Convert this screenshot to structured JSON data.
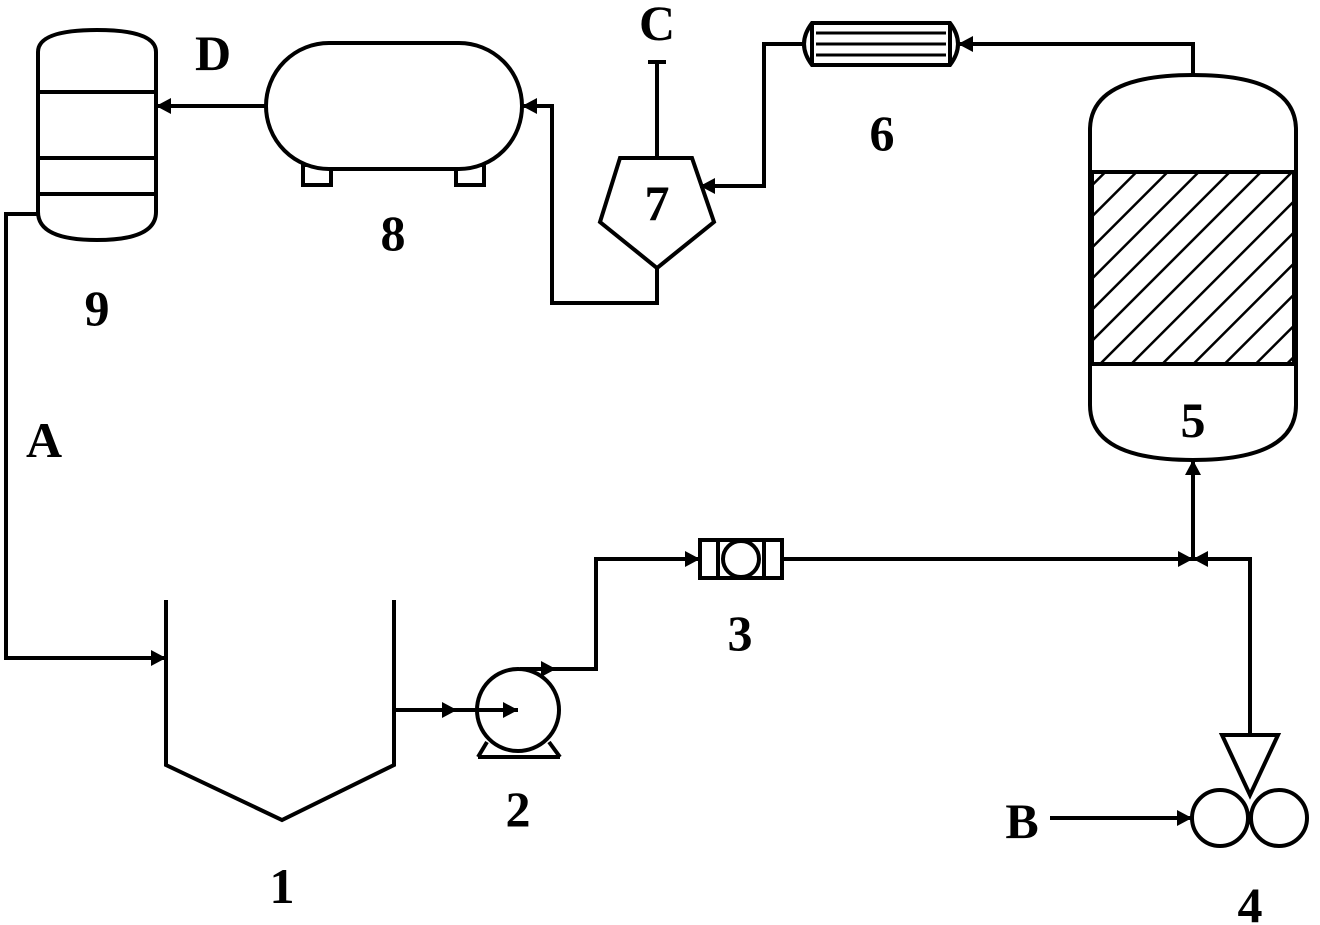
{
  "labels": {
    "unit_1": "1",
    "unit_2": "2",
    "unit_3": "3",
    "unit_4": "4",
    "unit_5": "5",
    "unit_6": "6",
    "unit_7": "7",
    "unit_8": "8",
    "unit_9": "9",
    "stream_a": "A",
    "stream_b": "B",
    "stream_c": "C",
    "stream_d": "D"
  },
  "colors": {
    "stroke": "#000000",
    "background": "#ffffff"
  }
}
